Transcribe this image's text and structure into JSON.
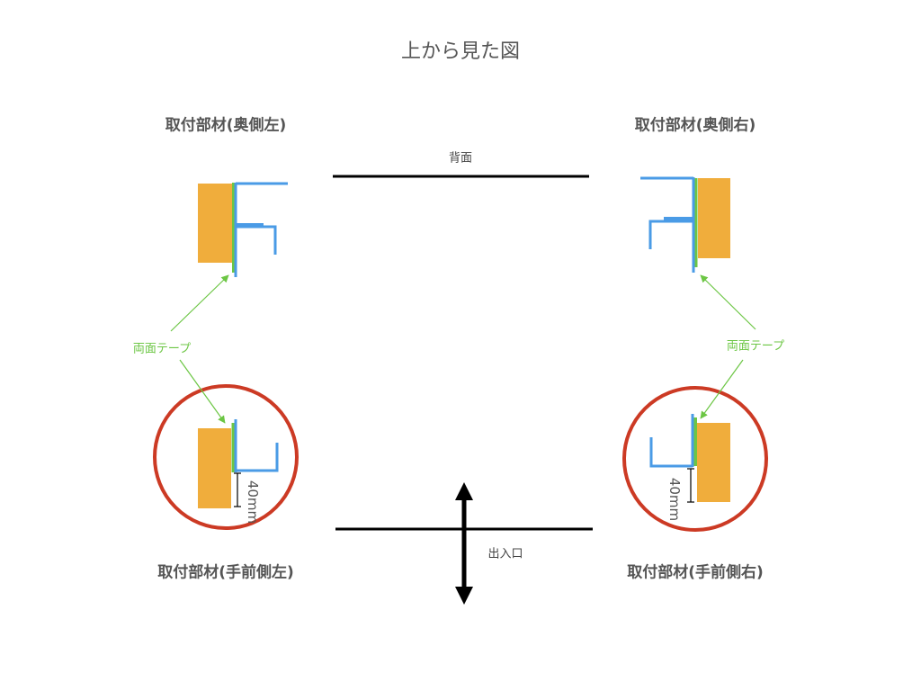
{
  "title": "上から見た図",
  "parts": {
    "back_left": "取付部材(奥側左)",
    "back_right": "取付部材(奥側右)",
    "front_left": "取付部材(手前側左)",
    "front_right": "取付部材(手前側右)"
  },
  "back_label": "背面",
  "entrance_label": "出入口",
  "tape_label": "両面テープ",
  "dimension_label": "40mm",
  "colors": {
    "board": "#f0ad3c",
    "bracket": "#4a9be6",
    "tape": "#6cc644",
    "highlight": "#cc3a24",
    "line": "#000000"
  }
}
